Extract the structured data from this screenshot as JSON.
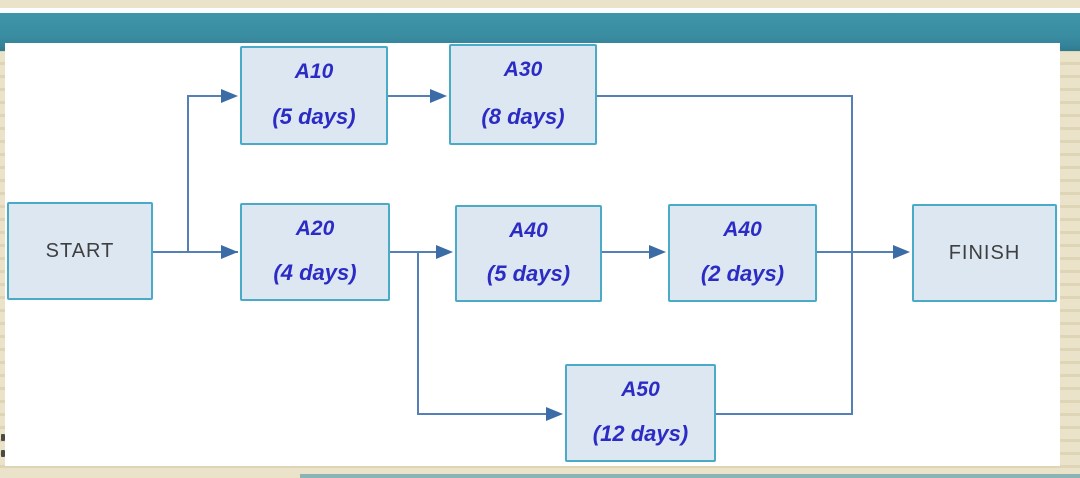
{
  "slide": {
    "top_bar_color": "#3a8da1",
    "edge_background_color": "#eae3c9",
    "canvas_color": "#ffffff"
  },
  "diagram": {
    "type": "activity-network-diagram",
    "nodes": [
      {
        "id": "start",
        "label": "START",
        "duration": ""
      },
      {
        "id": "a10",
        "label": "A10",
        "duration": "(5 days)"
      },
      {
        "id": "a30",
        "label": "A30",
        "duration": "(8 days)"
      },
      {
        "id": "a20",
        "label": "A20",
        "duration": "(4 days)"
      },
      {
        "id": "a40_1",
        "label": "A40",
        "duration": "(5 days)"
      },
      {
        "id": "a40_2",
        "label": "A40",
        "duration": "(2 days)"
      },
      {
        "id": "a50",
        "label": "A50",
        "duration": "(12 days)"
      },
      {
        "id": "finish",
        "label": "FINISH",
        "duration": ""
      }
    ],
    "edges": [
      {
        "from": "start",
        "to": "a10"
      },
      {
        "from": "start",
        "to": "a20"
      },
      {
        "from": "a10",
        "to": "a30"
      },
      {
        "from": "a30",
        "to": "finish"
      },
      {
        "from": "a20",
        "to": "a40_1"
      },
      {
        "from": "a20",
        "to": "a50"
      },
      {
        "from": "a40_1",
        "to": "a40_2"
      },
      {
        "from": "a40_2",
        "to": "finish"
      },
      {
        "from": "a50",
        "to": "finish"
      }
    ],
    "colors": {
      "node_fill": "#dde7f2",
      "node_border": "#4aabc6",
      "activity_label_text": "#2c2cc4",
      "terminal_label_text": "#3f3f3f",
      "connector": "#5580b5",
      "arrowhead": "#3c6ca6"
    }
  }
}
